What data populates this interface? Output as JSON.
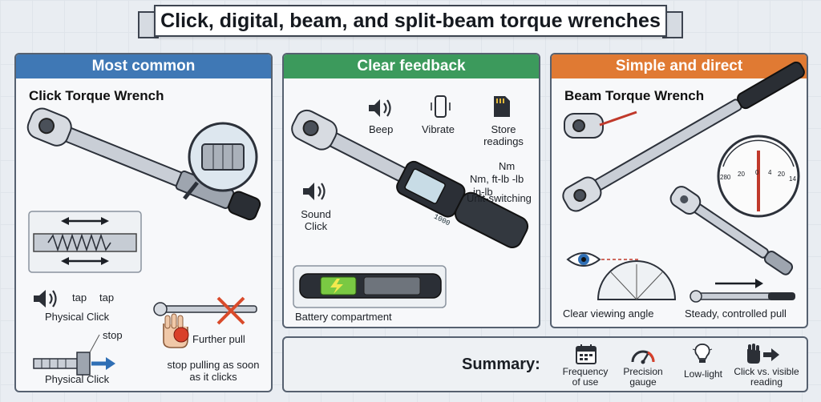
{
  "title": "Click, digital, beam, and split-beam torque wrenches",
  "colors": {
    "blue": "#3f78b5",
    "green": "#3c9a5c",
    "orange": "#e07a33"
  },
  "panels": {
    "click": {
      "header": "Most common",
      "title": "Click Torque Wrench",
      "tap1": "tap",
      "tap2": "tap",
      "physical_click_1": "Physical Click",
      "stop": "stop",
      "physical_click_2": "Physical Click",
      "further_pull": "Further pull",
      "stop_pulling": "stop pulling as soon as it clicks"
    },
    "digital": {
      "header": "Clear feedback",
      "beep": "Beep",
      "vibrate": "Vibrate",
      "store_readings": "Store readings",
      "units_nm": "Nm",
      "units_combo": "Nm, ft-lb -lb",
      "units_inlb": "in-lb",
      "unit_switching": "Unit-switching",
      "sound_click": "Sound Click",
      "display_value": "1000",
      "battery": "Battery compartment"
    },
    "beam": {
      "header": "Simple and direct",
      "title": "Beam Torque Wrench",
      "scale_labels": [
        "280",
        "20",
        "0",
        "4",
        "20",
        "14"
      ],
      "viewing_angle": "Clear viewing angle",
      "steady_pull": "Steady, controlled pull"
    }
  },
  "summary": {
    "label": "Summary:",
    "items": [
      {
        "icon": "calendar-icon",
        "label": "Frequency of use"
      },
      {
        "icon": "gauge-icon",
        "label": "Precision gauge"
      },
      {
        "icon": "lightbulb-icon",
        "label": "Low-light"
      },
      {
        "icon": "hand-pointer-icon",
        "label": "Click vs. visible reading"
      }
    ]
  }
}
